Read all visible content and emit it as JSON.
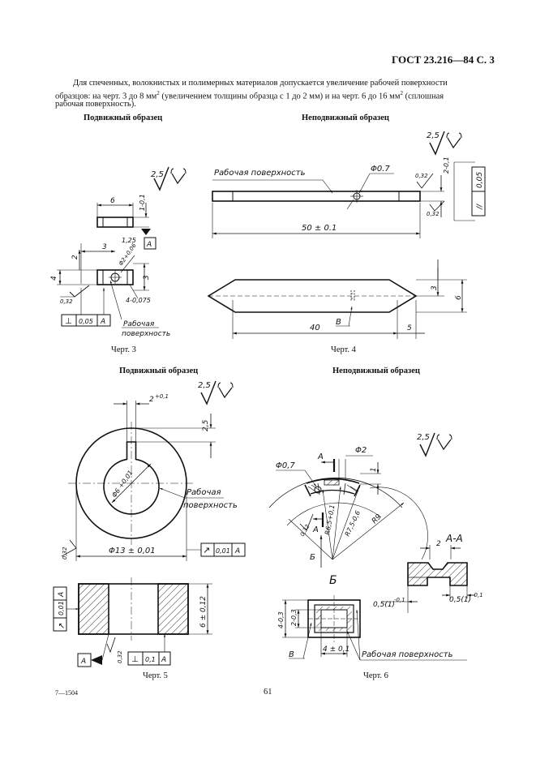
{
  "header": {
    "standard": "ГОСТ 23.216—84 С. 3"
  },
  "intro": {
    "line1": "Для спеченных, волокнистых и полимерных материалов допускается увеличение рабочей поверхности",
    "line2a": "образцов: на черт. 3 до 8 мм",
    "line2b": " (увеличением толщины образца с 1 до 2 мм) и на черт. 6 до 16 мм",
    "line2c": " (сплошная",
    "line3": "рабочая  поверхность).",
    "sup": "2"
  },
  "sections": {
    "mobile_sample": "Подвижный образец",
    "fixed_sample": "Неподвижный образец"
  },
  "captions": {
    "fig3": "Черт. 3",
    "fig4": "Черт. 4",
    "fig5": "Черт. 5",
    "fig6": "Черт. 6"
  },
  "footer": {
    "page_number": "61",
    "code": "7—1504"
  },
  "fig3": {
    "roughness": "2,5",
    "dim_6": "6",
    "dim_1_01": "1-0,1",
    "dim_1_25": "1,25",
    "datum_A": "A",
    "dim_3": "3",
    "dim_2": "2",
    "dim_4": "4",
    "dim_phi": "Φ2+0,06",
    "dim_3b": "3",
    "dim_4_0075": "4-0,075",
    "rough_032": "0,32",
    "tol_sym": "⊥",
    "tol_val": "0,05",
    "tol_datum": "A",
    "label_work_1": "Рабочая",
    "label_work_2": "поверхность"
  },
  "fig4": {
    "roughness": "2,5",
    "label_work": "Рабочая поверхность",
    "dim_phi": "Φ0.7",
    "rough_032a": "0,32",
    "dim_2_01": "2-0,1",
    "tol_sym": "//",
    "tol_val": "0,05",
    "rough_032b": "0,32",
    "dim_50": "50 ± 0.1",
    "dim_3": "3",
    "dim_6": "6",
    "label_B": "В",
    "dim_40": "40",
    "dim_5": "5"
  },
  "fig5": {
    "roughness": "2,5",
    "dim_2": "2",
    "dim_2_tol": "+0,1",
    "dim_2_5": "2,5",
    "dim_phi6": "Φ6 +0,01",
    "label_work_1": "Рабочая",
    "label_work_2": "поверхность",
    "rough_032": "0,32",
    "dim_phi13": "Φ13 ± 0,01",
    "tol_sym": "↗",
    "tol_val": "0,01",
    "tol_datum": "A",
    "dim_6_012": "6 ± 0,12",
    "side_tol_val": "0,01",
    "side_tol_datum": "A",
    "side_tol_sym": "↗",
    "datum_A": "A",
    "rough_032b": "0,32",
    "bot_tol_sym": "⊥",
    "bot_tol_val": "0,1",
    "bot_tol_datum": "A"
  },
  "fig6": {
    "roughness": "2,5",
    "dim_phi07": "Φ0,7",
    "label_A": "A",
    "dim_phi2": "Φ2",
    "dim_1": "1",
    "dim_R65": "R6,5+0,1",
    "dim_R75": "R7,5-0,6",
    "dim_R9": "R9",
    "rough_032": "0,32",
    "label_A2": "A",
    "label_B": "Б",
    "section_AA": "A-A",
    "dim_2": "2",
    "view_B": "Б",
    "dim_05a": "0,5(1)",
    "dim_05a_tol": "-0,1",
    "dim_05b": "0,5(1)",
    "dim_05b_tol": "-0,1",
    "dim_4_03": "4-0,3",
    "dim_2_03": "2-0,3",
    "label_V": "В",
    "dim_4_01": "4 ± 0,1",
    "label_work": "Рабочая поверхность"
  }
}
